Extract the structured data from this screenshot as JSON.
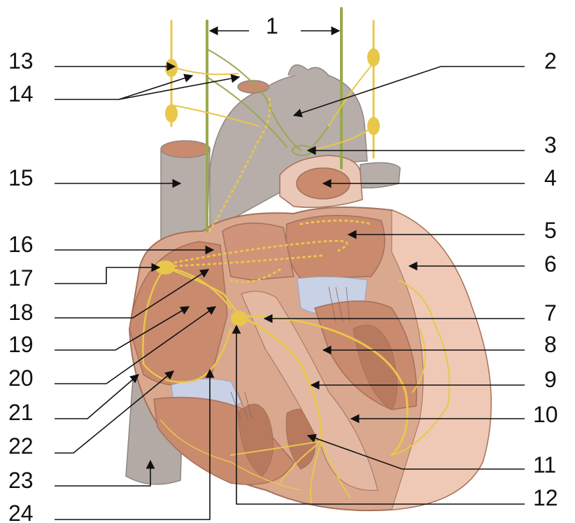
{
  "labels": {
    "l1": "1",
    "l2": "2",
    "l3": "3",
    "l4": "4",
    "l5": "5",
    "l6": "6",
    "l7": "7",
    "l8": "8",
    "l9": "9",
    "l10": "10",
    "l11": "11",
    "l12": "12",
    "l13": "13",
    "l14": "14",
    "l15": "15",
    "l16": "16",
    "l17": "17",
    "l18": "18",
    "l19": "19",
    "l20": "20",
    "l21": "21",
    "l22": "22",
    "l23": "23",
    "l24": "24"
  },
  "colors": {
    "vessel_gray": "#b7aea9",
    "myocardium": "#d9a88f",
    "chamber_inner": "#c98a6e",
    "valve_blue": "#c9d1e6",
    "nerve_yellow": "#e9c74a",
    "nerve_green": "#9aa850"
  }
}
